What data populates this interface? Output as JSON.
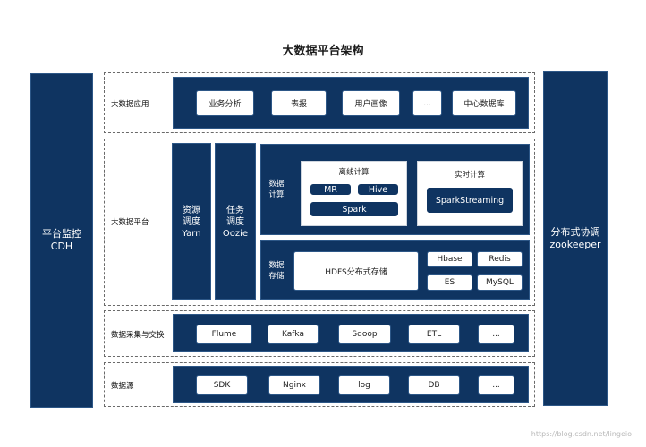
{
  "title": "大数据平台架构",
  "left_panel": {
    "line1": "平台监控",
    "line2": "CDH"
  },
  "right_panel": {
    "line1": "分布式协调",
    "line2": "zookeeper"
  },
  "layers": {
    "application": {
      "label": "大数据应用",
      "items": [
        "业务分析",
        "表报",
        "用户画像",
        "...",
        "中心数据库"
      ]
    },
    "platform": {
      "label": "大数据平台",
      "resource": {
        "line1": "资源",
        "line2": "调度",
        "line3": "Yarn"
      },
      "task": {
        "line1": "任务",
        "line2": "调度",
        "line3": "Oozie"
      },
      "compute": {
        "label_line1": "数据",
        "label_line2": "计算",
        "offline": {
          "title": "离线计算",
          "items": [
            "MR",
            "Hive",
            "Spark"
          ]
        },
        "realtime": {
          "title": "实时计算",
          "items": [
            "SparkStreaming"
          ]
        }
      },
      "storage": {
        "label_line1": "数据",
        "label_line2": "存储",
        "hdfs": "HDFS分布式存储",
        "items": [
          "Hbase",
          "Redis",
          "ES",
          "MySQL"
        ]
      }
    },
    "collection": {
      "label": "数据采集与交换",
      "items": [
        "Flume",
        "Kafka",
        "Sqoop",
        "ETL",
        "..."
      ]
    },
    "source": {
      "label": "数据源",
      "items": [
        "SDK",
        "Nginx",
        "log",
        "DB",
        "..."
      ]
    }
  },
  "watermark": "https://blog.csdn.net/lingeio"
}
